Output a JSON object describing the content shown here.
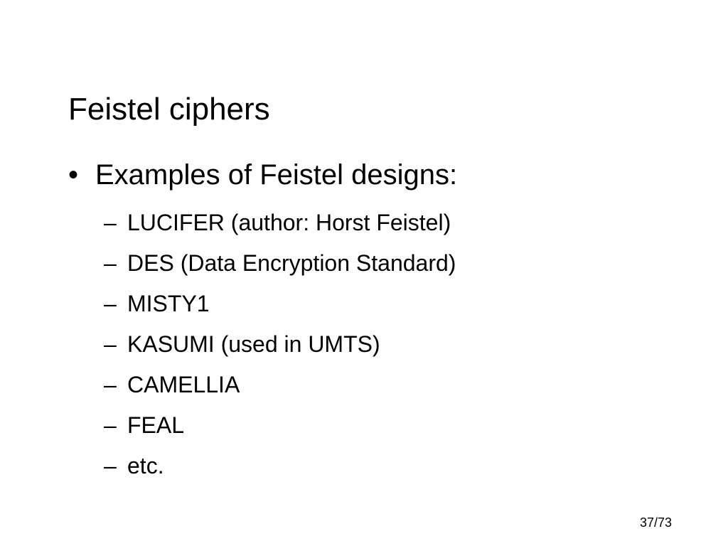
{
  "slide": {
    "title": "Feistel ciphers",
    "bullet": {
      "marker": "•",
      "text": "Examples of Feistel designs:"
    },
    "sub_marker": "–",
    "items": [
      "LUCIFER (author: Horst Feistel)",
      "DES (Data Encryption Standard)",
      "MISTY1",
      "KASUMI (used in UMTS)",
      "CAMELLIA",
      "FEAL",
      "etc."
    ],
    "page_number": "37/73"
  }
}
